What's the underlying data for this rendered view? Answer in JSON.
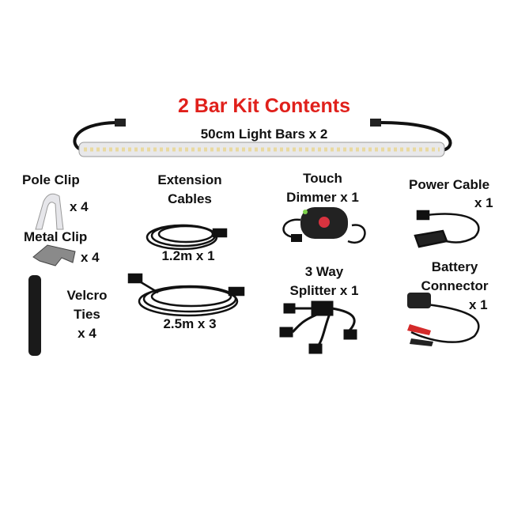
{
  "title": "2 Bar Kit Contents",
  "colors": {
    "title": "#e0201b",
    "text": "#111111"
  },
  "items": {
    "light_bars": "50cm Light Bars x 2",
    "pole_clip": {
      "name": "Pole Clip",
      "qty": "x 4"
    },
    "metal_clip": {
      "name": "Metal Clip",
      "qty": "x 4"
    },
    "velcro": {
      "name1": "Velcro",
      "name2": "Ties",
      "qty": "x 4"
    },
    "extension": {
      "name1": "Extension",
      "name2": "Cables",
      "short": "1.2m x 1",
      "long": "2.5m x 3"
    },
    "dimmer": {
      "name1": "Touch",
      "name2": "Dimmer x 1"
    },
    "splitter": {
      "name1": "3 Way",
      "name2": "Splitter x 1"
    },
    "power": {
      "name": "Power Cable",
      "qty": "x 1"
    },
    "battery": {
      "name1": "Battery",
      "name2": "Connector",
      "qty": "x 1"
    }
  }
}
